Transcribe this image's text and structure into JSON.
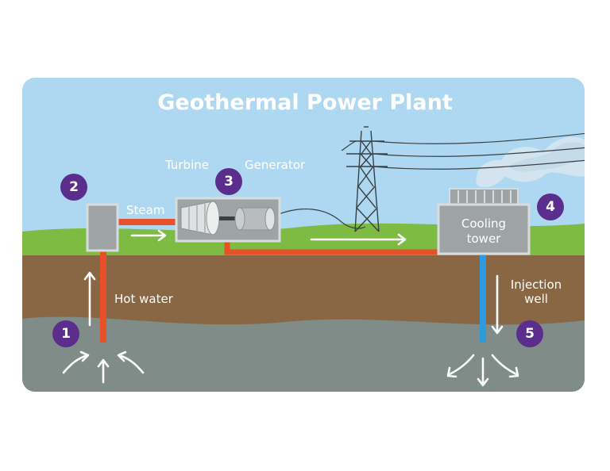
{
  "diagram": {
    "title": "Geothermal Power Plant",
    "labels": {
      "turbine": "Turbine",
      "generator": "Generator",
      "steam": "Steam",
      "hot_water": "Hot water",
      "cooling_tower_line1": "Cooling",
      "cooling_tower_line2": "tower",
      "injection_well_line1": "Injection",
      "injection_well_line2": "well"
    },
    "steps": [
      "1",
      "2",
      "3",
      "4",
      "5"
    ],
    "colors": {
      "sky": "#aed8f2",
      "grass": "#7dbb42",
      "soil": "#8a6744",
      "bedrock": "#7f8c87",
      "hot_pipe": "#e8502a",
      "cold_pipe": "#2e9be0",
      "step_marker": "#5b2d8c",
      "equipment": "#9ea3a6"
    }
  }
}
